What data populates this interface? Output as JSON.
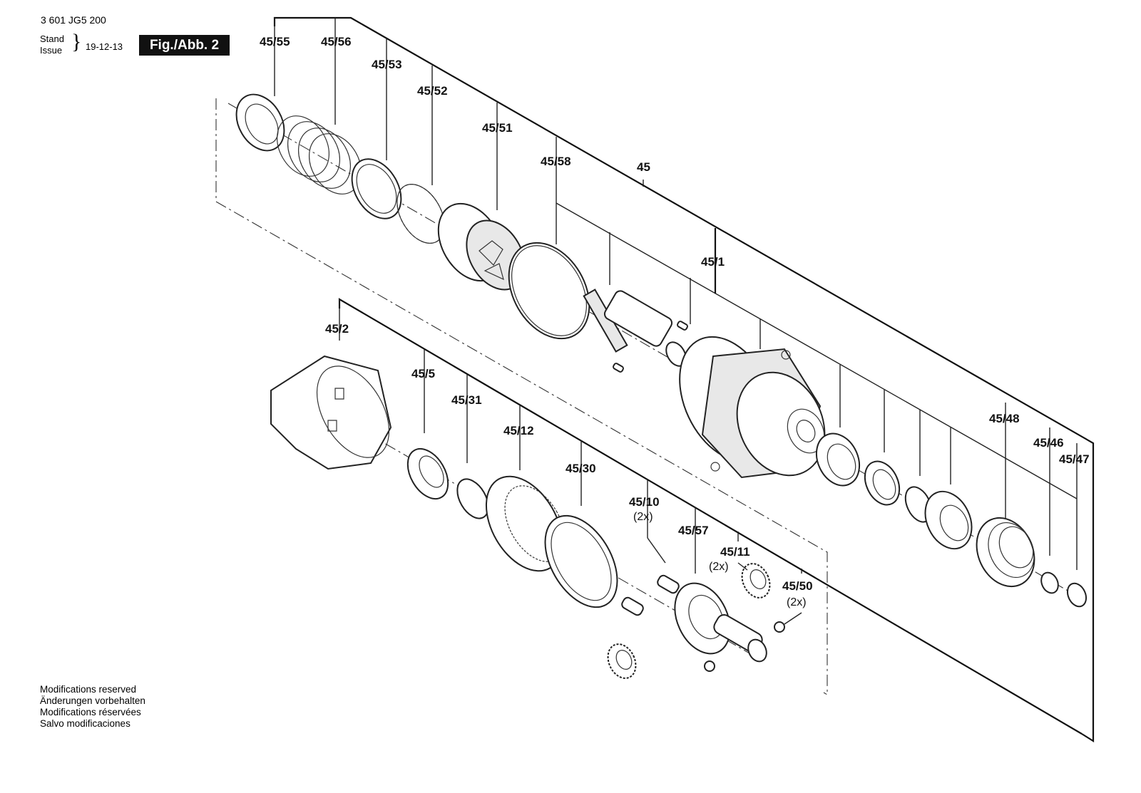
{
  "header": {
    "doc_number": "3 601 JG5 200",
    "stand_label": "Stand",
    "issue_label": "Issue",
    "brace": "}",
    "date": "19-12-13",
    "figure_label": "Fig./Abb. 2"
  },
  "footer": {
    "notes": [
      "Modifications reserved",
      "Änderungen vorbehalten",
      "Modifications réservées",
      "Salvo modificaciones"
    ]
  },
  "parts": {
    "p45_55": "45/55",
    "p45_56": "45/56",
    "p45_53": "45/53",
    "p45_52": "45/52",
    "p45_51": "45/51",
    "p45_58": "45/58",
    "p45": "45",
    "p45_1": "45/1",
    "p45_2": "45/2",
    "p45_5": "45/5",
    "p45_31": "45/31",
    "p45_12": "45/12",
    "p45_30": "45/30",
    "p45_10": "45/10",
    "p45_10_qty": "(2x)",
    "p45_57": "45/57",
    "p45_11": "45/11",
    "p45_11_qty": "(2x)",
    "p45_50": "45/50",
    "p45_50_qty": "(2x)",
    "p45_48": "45/48",
    "p45_46": "45/46",
    "p45_47": "45/47"
  }
}
